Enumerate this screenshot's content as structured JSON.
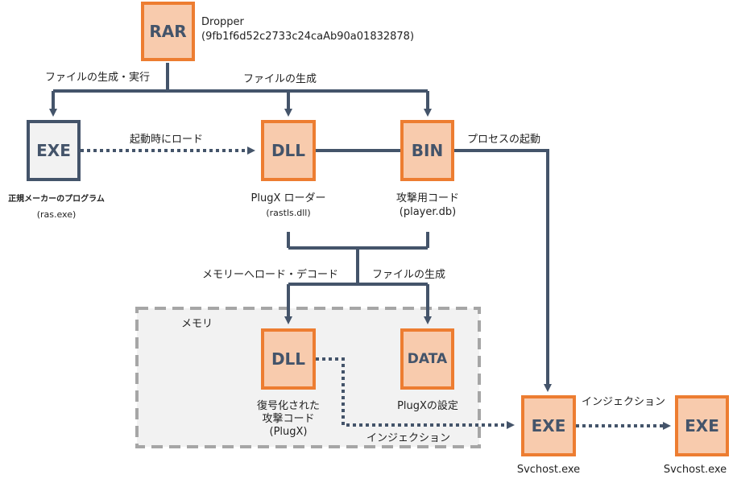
{
  "boxes": {
    "rar": "RAR",
    "exe_legit": "EXE",
    "dll_loader": "DLL",
    "bin": "BIN",
    "dll_decoded": "DLL",
    "data": "DATA",
    "exe_svchost1": "EXE",
    "exe_svchost2": "EXE"
  },
  "labels": {
    "dropper_name": "Dropper",
    "dropper_hash": "(9fb1f6d52c2733c24caAb90a01832878)",
    "create_execute": "ファイルの生成・実行",
    "create_file_top": "ファイルの生成",
    "load_on_start": "起動時にロード",
    "process_start": "プロセスの起動",
    "legit_program": "正規メーカーのプログラム",
    "legit_filename": "(ras.exe)",
    "plugx_loader": "PlugX ローダー",
    "plugx_loader_file": "(rastls.dll)",
    "attack_code": "攻撃用コード",
    "attack_code_file": "(player.db)",
    "memory_load_decode": "メモリーへロード・デコード",
    "create_file_mid": "ファイルの生成",
    "memory_region": "メモリ",
    "decoded_line1": "復号化された",
    "decoded_line2": "攻撃コード",
    "decoded_line3": "(PlugX)",
    "plugx_config": "PlugXの設定",
    "injection_right": "インジェクション",
    "injection_bottom": "インジェクション",
    "svchost1": "Svchost.exe",
    "svchost2": "Svchost.exe"
  },
  "colors": {
    "box_fill": "#f8cbad",
    "box_border": "#ed7d31",
    "connector": "#44546a",
    "memory_fill": "#f2f2f2",
    "memory_border": "#a6a6a6"
  }
}
